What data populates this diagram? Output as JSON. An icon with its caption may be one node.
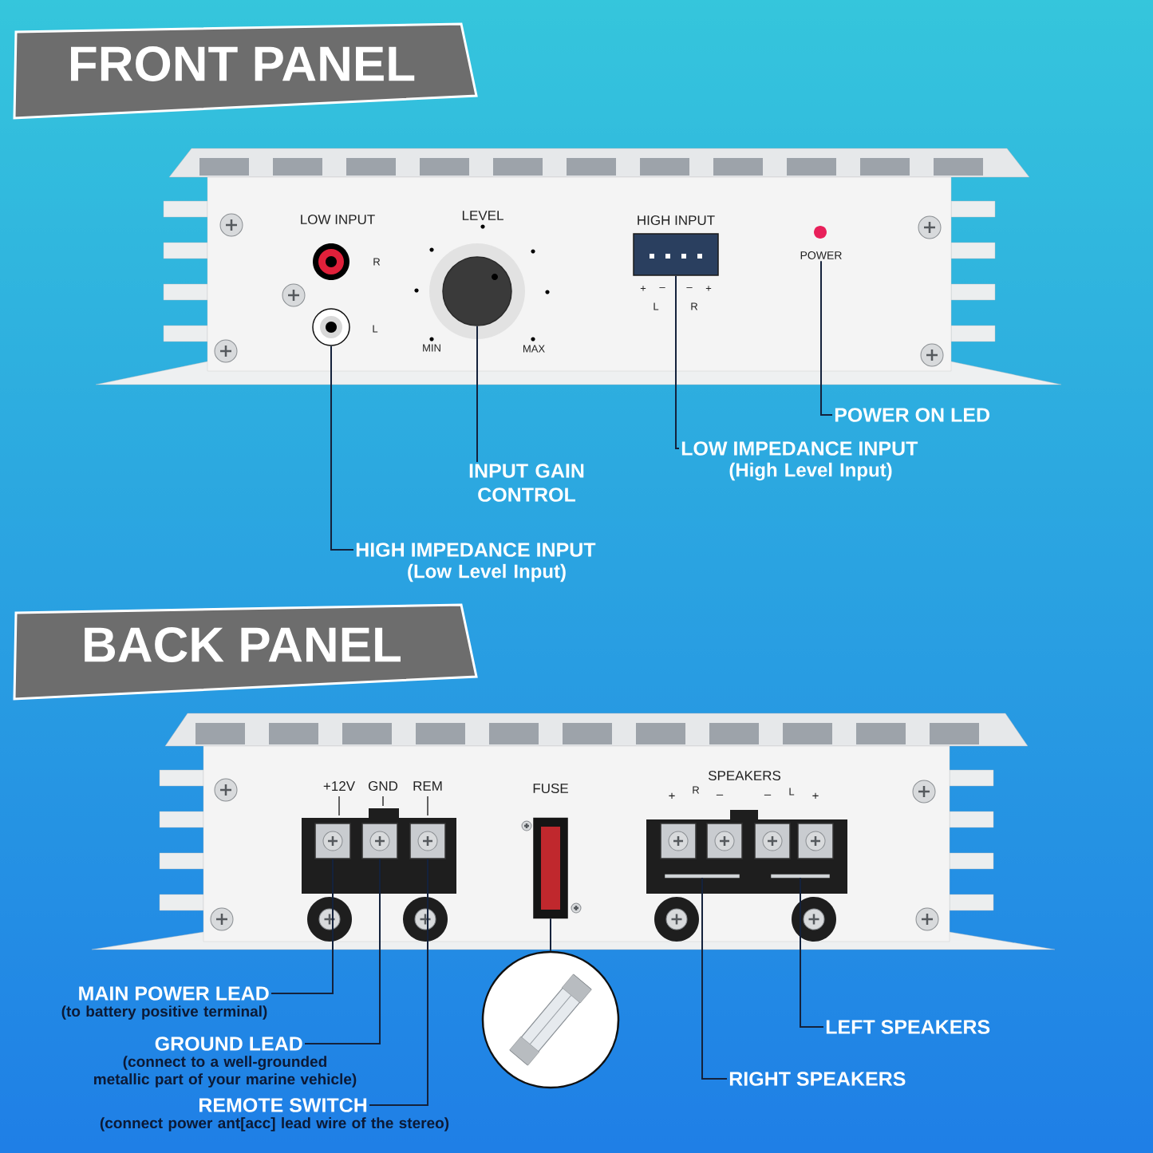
{
  "diagram": {
    "nodes": [
      {
        "text": [
          "FRONT PANEL"
        ]
      },
      {
        "text": [],
        "shape": "circle"
      },
      {
        "text": [],
        "shape": "circle"
      },
      {
        "text": [],
        "shape": "box"
      },
      {
        "text": [
          "POWER"
        ]
      },
      {
        "text": [
          "POWER ON LED"
        ]
      },
      {
        "text": [
          "LOW IMPEDANCE INPUT"
        ],
        "beside": [
          "(High Level Input)"
        ]
      },
      {
        "text": [
          "INPUT GAIN CONTROL"
        ]
      },
      {
        "text": [
          "HIGH IMPEDANCE INPUT"
        ],
        "beside": [
          "(Low Level Input)"
        ]
      },
      {
        "text": [
          "BACK PANEL"
        ]
      },
      {
        "text": [],
        "shape": "box"
      },
      {
        "text": [],
        "shape": "box"
      },
      {
        "text": [],
        "shape": "box"
      },
      {
        "text": [],
        "shape": "box"
      },
      {
        "text": [],
        "shape": "bar"
      },
      {
        "text": [],
        "shape": "bar"
      },
      {
        "text": [],
        "shape": "circle"
      },
      {
        "text": [
          "MAIN POWER LEAD"
        ],
        "beside": [
          "(to battery positive terminal)"
        ]
      },
      {
        "text": [
          "GROUND LEAD"
        ],
        "beside": [
          "(connect to a well-grounded metallic part of your marine vehicle)"
        ]
      },
      {
        "text": [
          "REMOTE SWITCH"
        ],
        "beside": [
          "(connect power ant[acc] lead wire of the stereo)"
        ]
      },
      {
        "text": [
          "LEFT SPEAKERS"
        ]
      },
      {
        "text": [
          "RIGHT SPEAKERS"
        ]
      },
      {
        "text": [],
        "shape": "box"
      },
      {
        "text": [],
        "shape": "box"
      },
      {
        "text": [],
        "shape": "box"
      },
      {
        "text": [],
        "shape": "box"
      }
    ],
    "edges": [
      {
        "from": 5,
        "to": 4,
        "arrow": "none"
      },
      {
        "from": 6,
        "to": 3,
        "arrow": "none"
      },
      {
        "from": 7,
        "to": 2,
        "arrow": "none"
      },
      {
        "from": 8,
        "to": 1,
        "arrow": "none"
      },
      {
        "from": 17,
        "to": 10,
        "arrow": "none"
      },
      {
        "from": 18,
        "to": 11,
        "arrow": "none"
      },
      {
        "from": 19,
        "to": 12,
        "arrow": "none"
      },
      {
        "from": 13,
        "to": 16,
        "arrow": "none"
      },
      {
        "from": 20,
        "to": 15,
        "arrow": "none"
      },
      {
        "from": 21,
        "to": 14,
        "arrow": "none"
      }
    ],
    "labels": [
      "LOW INPUT",
      "R",
      "L",
      "LEVEL",
      "MIN",
      "MAX",
      "HIGH INPUT",
      "+",
      "–",
      "–",
      "+",
      "L",
      "R",
      "+12V",
      "GND",
      "REM",
      "FUSE",
      "SPEAKERS",
      "+",
      "R",
      "–",
      "–",
      "L",
      "+"
    ]
  }
}
